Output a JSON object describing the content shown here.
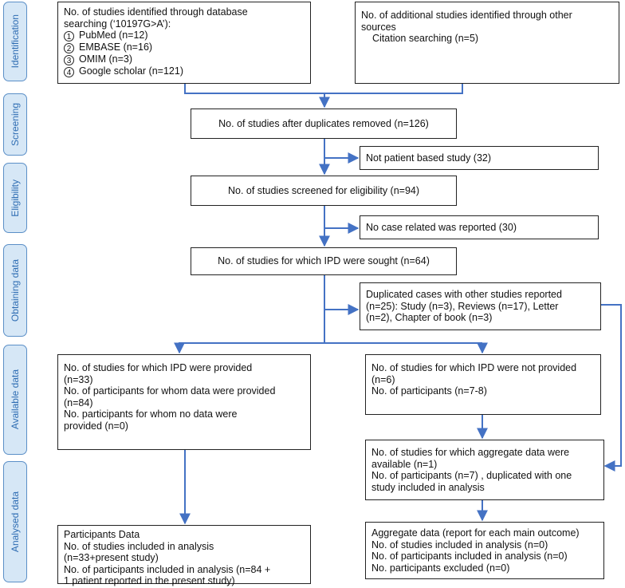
{
  "phases": [
    "Identification",
    "Screening",
    "Eligibility",
    "Obtaining data",
    "Available data",
    "Analysed data"
  ],
  "database_box": {
    "line1": "No. of studies identified through database",
    "line2": "searching (‘10197G>A’):",
    "sources": [
      {
        "num": "1",
        "label": "PubMed (n=12)"
      },
      {
        "num": "2",
        "label": "EMBASE (n=16)"
      },
      {
        "num": "3",
        "label": "OMIM (n=3)"
      },
      {
        "num": "4",
        "label": "Google scholar (n=121)"
      }
    ]
  },
  "other_box": {
    "line1": "No. of additional studies identified through other",
    "line2": "sources",
    "line3": "Citation searching (n=5)"
  },
  "duplicates_removed": "No. of studies after duplicates removed (n=126)",
  "not_patient_based": "Not patient based study (32)",
  "screened": "No. of studies screened for eligibility (n=94)",
  "no_case": "No case related was reported (30)",
  "ipd_sought": "No. of studies for which IPD were sought (n=64)",
  "duplicated_cases": {
    "line1": "Duplicated cases with other studies reported",
    "line2": "(n=25): Study (n=3), Reviews (n=17), Letter",
    "line3": "(n=2), Chapter of book (n=3)"
  },
  "ipd_provided": {
    "line1": "No. of studies for which IPD were provided",
    "line2": "(n=33)",
    "line3": "No. of participants for whom data were provided",
    "line4": "(n=84)",
    "line5": "No. participants for whom no data were",
    "line6": "provided (n=0)"
  },
  "ipd_not_provided": {
    "line1": "No. of studies for which IPD were not provided",
    "line2": "(n=6)",
    "line3": "No. of participants (n=7-8)"
  },
  "aggregate_available": {
    "line1": "No. of studies for which aggregate data were",
    "line2": "available (n=1)",
    "line3": "No. of participants (n=7) , duplicated with one",
    "line4": "study included in analysis"
  },
  "participants_data": {
    "line1": "Participants Data",
    "line2": "No. of studies included in analysis",
    "line3": "(n=33+present study)",
    "line4": "No. of participants included in analysis (n=84 +",
    "line5": "1 patient reported in the present study)"
  },
  "aggregate_data": {
    "line1": "Aggregate data  (report for each main outcome)",
    "line2": "No. of studies included in analysis (n=0)",
    "line3": "No. of participants included in analysis (n=0)",
    "line4": "No. participants excluded (n=0)"
  },
  "colors": {
    "arrow": "#4472c4",
    "phase_fill": "#d6e7f6",
    "phase_border": "#5b8fc7",
    "phase_text": "#2f6db3"
  }
}
